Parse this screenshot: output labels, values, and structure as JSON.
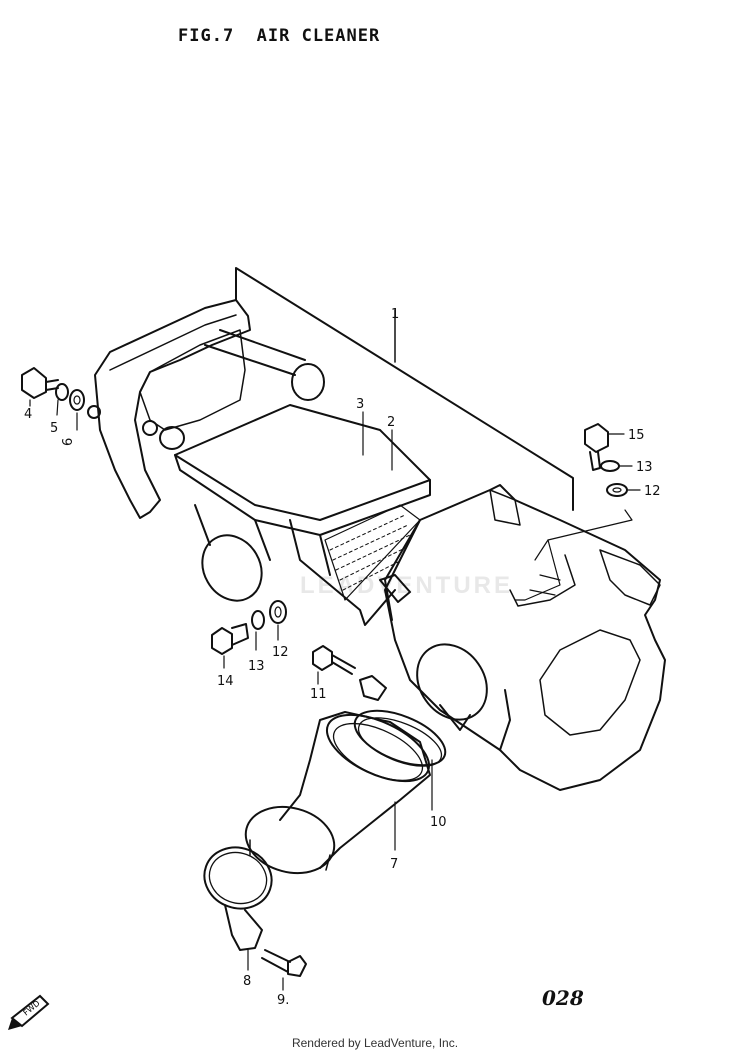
{
  "title": "FIG.7  AIR CLEANER",
  "page_number": "028",
  "footer": "Rendered by LeadVenture, Inc.",
  "watermark": "LEADVENTURE",
  "colors": {
    "line": "#111111",
    "background": "#ffffff"
  },
  "icons": {
    "front": "fwd-arrow-icon"
  },
  "callouts": [
    {
      "id": "c1",
      "label": "1"
    },
    {
      "id": "c2",
      "label": "2"
    },
    {
      "id": "c3",
      "label": "3"
    },
    {
      "id": "c4",
      "label": "4"
    },
    {
      "id": "c5",
      "label": "5"
    },
    {
      "id": "c6",
      "label": "6"
    },
    {
      "id": "c7",
      "label": "7"
    },
    {
      "id": "c8",
      "label": "8"
    },
    {
      "id": "c9",
      "label": "9."
    },
    {
      "id": "c10",
      "label": "10"
    },
    {
      "id": "c11",
      "label": "11"
    },
    {
      "id": "c12a",
      "label": "12"
    },
    {
      "id": "c13a",
      "label": "13"
    },
    {
      "id": "c14",
      "label": "14"
    },
    {
      "id": "c15",
      "label": "15"
    },
    {
      "id": "c13b",
      "label": "13"
    },
    {
      "id": "c12b",
      "label": "12"
    }
  ]
}
